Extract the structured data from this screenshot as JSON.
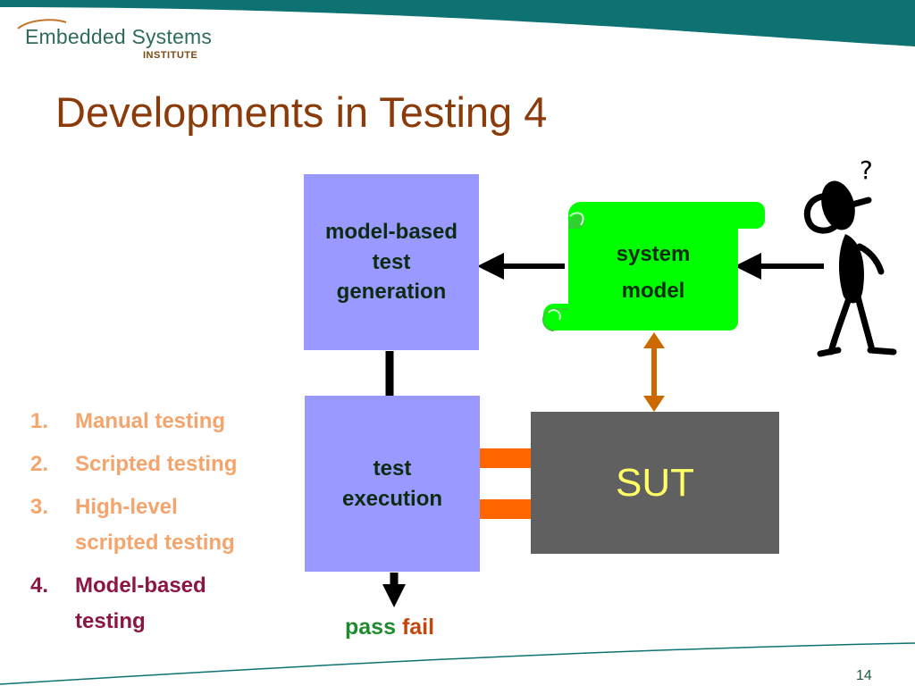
{
  "header": {
    "logo_main": "Embedded Systems",
    "logo_sub": "INSTITUTE",
    "band_color": "#0e7272"
  },
  "slide": {
    "title": "Developments in Testing 4",
    "page_number": "14"
  },
  "diagram": {
    "generation_box": {
      "line1": "model-based",
      "line2": "test",
      "line3": "generation",
      "color": "#9999ff"
    },
    "execution_box": {
      "line1": "test",
      "line2": "execution",
      "color": "#9999ff"
    },
    "system_model": {
      "line1": "system",
      "line2": "model",
      "color": "#00ff00"
    },
    "sut": {
      "label": "SUT",
      "color": "#606060"
    },
    "result": {
      "pass": "pass",
      "fail": "fail"
    },
    "user_figure": {
      "icon": "thinking-person-icon",
      "glyph": "?"
    }
  },
  "methods": [
    {
      "number": "1.",
      "line1": "Manual testing",
      "line2": "",
      "state": "muted"
    },
    {
      "number": "2.",
      "line1": "Scripted testing",
      "line2": "",
      "state": "muted"
    },
    {
      "number": "3.",
      "line1": "High-level",
      "line2": "scripted testing",
      "state": "muted"
    },
    {
      "number": "4.",
      "line1": "Model-based",
      "line2": "testing",
      "state": "active"
    }
  ]
}
